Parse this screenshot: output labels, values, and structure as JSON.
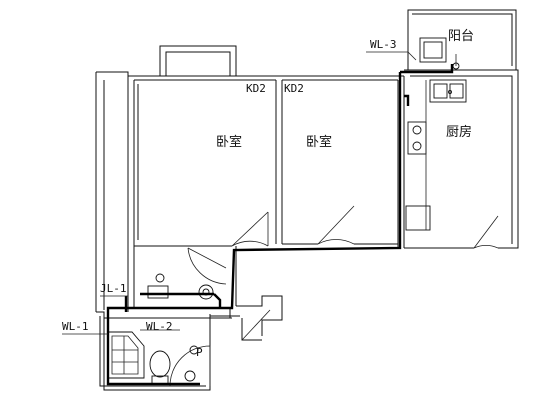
{
  "rooms": {
    "bedroom_left": "卧室",
    "bedroom_right": "卧室",
    "kitchen": "厨房",
    "balcony": "阳台"
  },
  "tags": {
    "kd2_left": "KD2",
    "kd2_right": "KD2",
    "wl3": "WL-3",
    "jl1": "JL-1",
    "wl1": "WL-1",
    "wl2": "WL-2",
    "p": "P"
  }
}
